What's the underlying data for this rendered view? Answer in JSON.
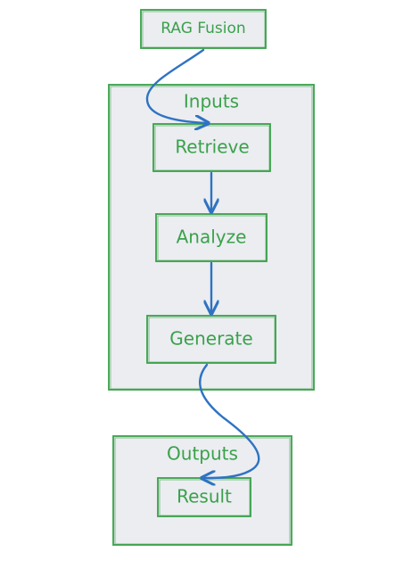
{
  "diagram": {
    "title_node": {
      "label": "RAG Fusion"
    },
    "inputs_group": {
      "label": "Inputs"
    },
    "outputs_group": {
      "label": "Outputs"
    },
    "nodes": {
      "retrieve": {
        "label": "Retrieve"
      },
      "analyze": {
        "label": "Analyze"
      },
      "generate": {
        "label": "Generate"
      },
      "result": {
        "label": "Result"
      }
    },
    "colors": {
      "stroke": "#3aa14a",
      "fill": "#ebedf1",
      "arrow": "#2f73c2",
      "text": "#3aa14a"
    }
  }
}
